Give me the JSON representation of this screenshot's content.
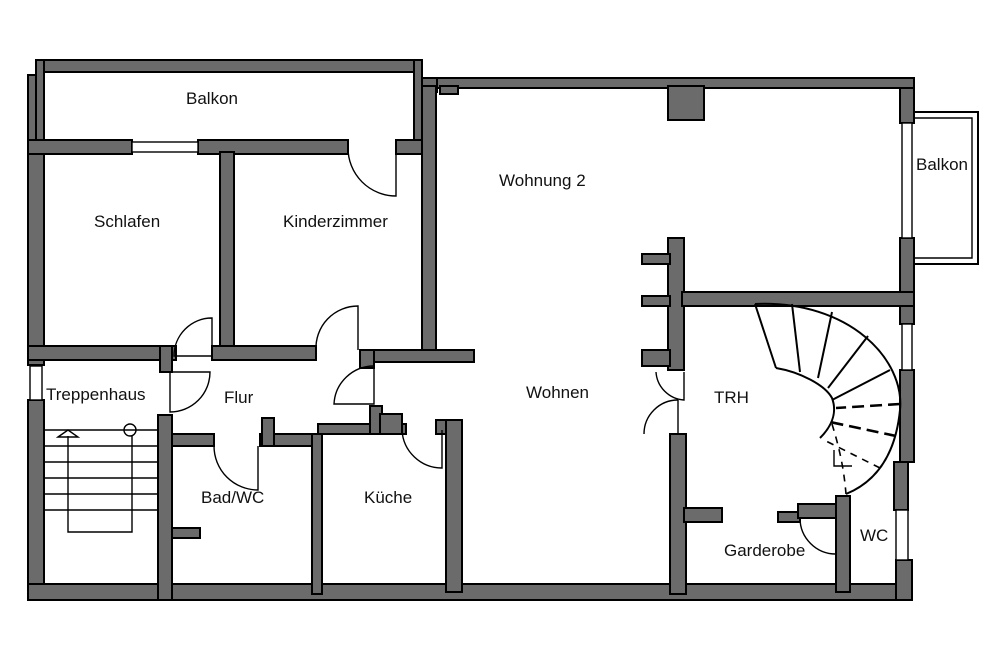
{
  "rooms": {
    "balkon_top": "Balkon",
    "balkon_right": "Balkon",
    "wohnung2": "Wohnung 2",
    "schlafen": "Schlafen",
    "kinderzimmer": "Kinderzimmer",
    "treppenhaus": "Treppenhaus",
    "flur": "Flur",
    "wohnen": "Wohnen",
    "trh": "TRH",
    "bad_wc": "Bad/WC",
    "kueche": "Küche",
    "garderobe": "Garderobe",
    "wc": "WC"
  },
  "colors": {
    "wall": "#6b6b6b",
    "line": "#000000",
    "background": "#ffffff"
  }
}
